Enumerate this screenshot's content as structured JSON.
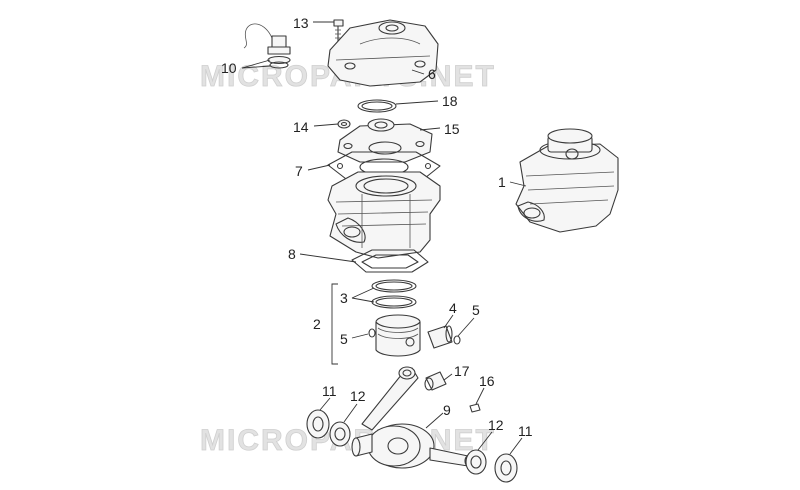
{
  "watermark": {
    "text": "MICROPARTS.NET"
  },
  "callouts": {
    "c1": "1",
    "c2": "2",
    "c3": "3",
    "c4": "4",
    "c5a": "5",
    "c5b": "5",
    "c6": "6",
    "c7": "7",
    "c8": "8",
    "c9": "9",
    "c10": "10",
    "c11a": "11",
    "c11b": "11",
    "c12a": "12",
    "c12b": "12",
    "c13": "13",
    "c14": "14",
    "c15": "15",
    "c16": "16",
    "c17": "17",
    "c18": "18"
  },
  "colors": {
    "line": "#3a3a3a",
    "watermark": "#e2e2e2",
    "background": "#ffffff"
  }
}
